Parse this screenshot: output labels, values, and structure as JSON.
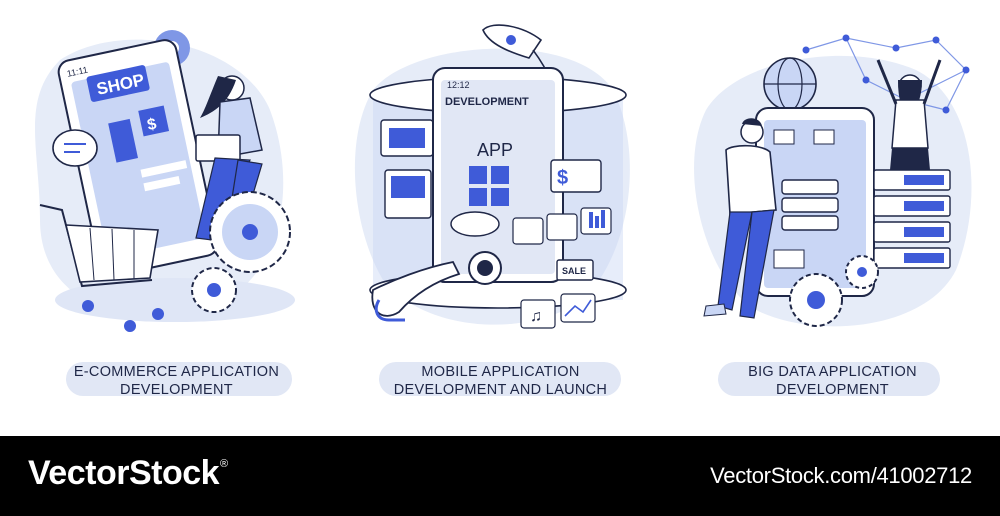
{
  "panels": [
    {
      "phone_time": "11:11",
      "screen_label": "SHOP",
      "price_symbol": "$",
      "caption_line1": "E-COMMERCE APPLICATION",
      "caption_line2": "DEVELOPMENT"
    },
    {
      "phone_time": "12:12",
      "screen_title": "DEVELOPMENT",
      "app_label": "APP",
      "price_symbol": "$",
      "sale_tag": "SALE",
      "caption_line1": "MOBILE APPLICATION",
      "caption_line2": "DEVELOPMENT AND LAUNCH"
    },
    {
      "caption_line1": "BIG DATA APPLICATION",
      "caption_line2": "DEVELOPMENT"
    }
  ],
  "footer": {
    "brand": "VectorStock",
    "brand_mark": "®",
    "url": "VectorStock.com/41002712"
  },
  "palette": {
    "ink": "#1f2747",
    "blue": "#3f5bd8",
    "light_blue": "#c9d6f5",
    "pale_blue": "#e1e7f5"
  }
}
